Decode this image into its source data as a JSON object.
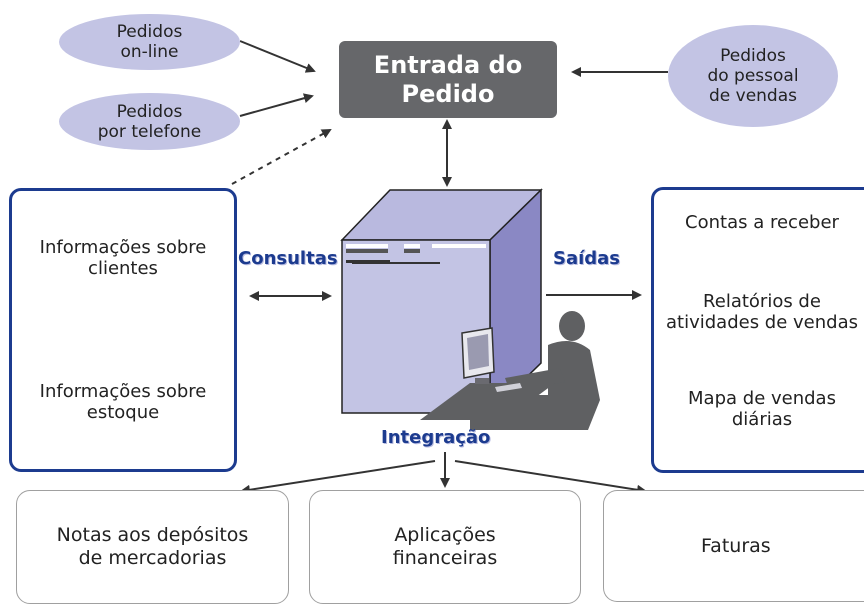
{
  "inputs": {
    "online": "Pedidos\non-line",
    "phone": "Pedidos\npor telefone",
    "sales_staff": "Pedidos\ndo pessoal\nde vendas"
  },
  "order_entry": "Entrada do\nPedido",
  "labels": {
    "queries": "Consultas",
    "outputs": "Saídas",
    "integration": "Integração"
  },
  "left_panel": [
    "Informações sobre\nclientes",
    "Informações sobre\nestoque"
  ],
  "right_panel": [
    "Contas a receber",
    "Relatórios de\natividades de vendas",
    "Mapa de vendas\ndiárias"
  ],
  "bottom": [
    "Notas aos depósitos\nde mercadorias",
    "Aplicações\nfinanceiras",
    "Faturas"
  ],
  "colors": {
    "ellipse": "#c3c4e4",
    "order_box": "#66676a",
    "panel_border": "#1c3b8f",
    "server_front": "#c3c4e4",
    "server_side": "#8a88c4",
    "person": "#5f6062"
  }
}
